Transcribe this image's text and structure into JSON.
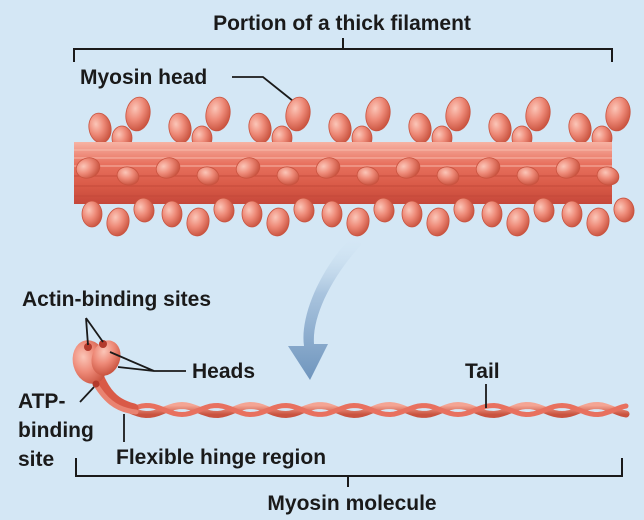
{
  "figure": {
    "title": "Portion of a thick filament",
    "labels": {
      "myosin_head": "Myosin head",
      "actin_binding_sites": "Actin-binding sites",
      "heads": "Heads",
      "tail": "Tail",
      "atp_line1": "ATP-",
      "atp_line2": "binding",
      "atp_line3": "site",
      "flexible_hinge": "Flexible hinge region",
      "myosin_molecule": "Myosin molecule"
    },
    "colors": {
      "background": "#d4e7f5",
      "filament": "#e8715f",
      "head": "#ee8a78",
      "head_dark": "#c9533f",
      "arrow": "#7fa3c7"
    }
  }
}
